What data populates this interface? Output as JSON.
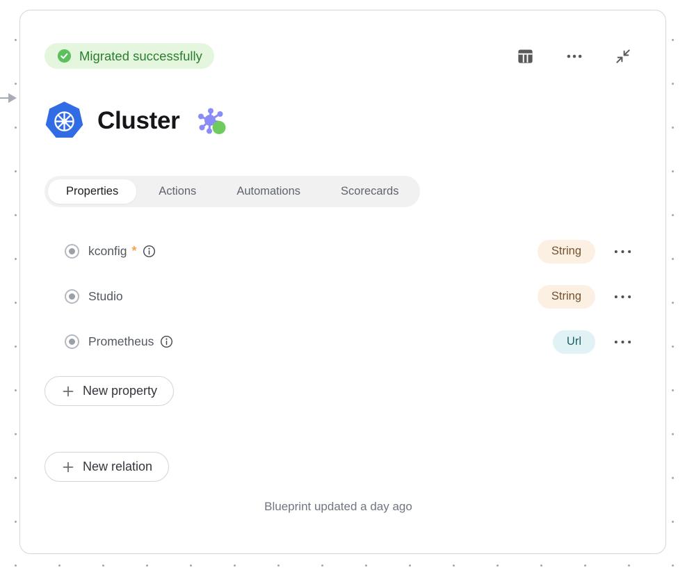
{
  "status": {
    "label": "Migrated successfully",
    "icon": "check-circle-icon",
    "bg": "#e4f6de",
    "text_color": "#2a7e2e"
  },
  "toolbar": {
    "icons": [
      "table-columns-icon",
      "more-options-icon",
      "collapse-icon"
    ]
  },
  "header": {
    "title": "Cluster",
    "blueprint_icon": "kubernetes-icon",
    "datamodel_icon": "graph-icon"
  },
  "tabs": {
    "items": [
      {
        "label": "Properties",
        "active": true
      },
      {
        "label": "Actions",
        "active": false
      },
      {
        "label": "Automations",
        "active": false
      },
      {
        "label": "Scorecards",
        "active": false
      }
    ]
  },
  "properties": {
    "required_marker": "*",
    "rows": [
      {
        "name": "kconfig",
        "required": true,
        "has_info": true,
        "type": "String",
        "badge_bg": "#fcf0e3",
        "badge_color": "#73512d"
      },
      {
        "name": "Studio",
        "required": false,
        "has_info": false,
        "type": "String",
        "badge_bg": "#fcf0e3",
        "badge_color": "#73512d"
      },
      {
        "name": "Prometheus",
        "required": false,
        "has_info": true,
        "type": "Url",
        "badge_bg": "#e1f2f5",
        "badge_color": "#1f5f6b"
      }
    ],
    "add_button_label": "New property"
  },
  "relations": {
    "add_button_label": "New relation"
  },
  "footer": {
    "text": "Blueprint updated a day ago"
  },
  "colors": {
    "status_bg": "#e4f6de",
    "status_text": "#2a7e2e",
    "check_green": "#5cc05c",
    "kubernetes_blue": "#326ce5",
    "graph_purple": "#898cf6",
    "graph_green": "#6fcb5e",
    "string_badge_bg": "#fcf0e3",
    "string_badge_text": "#73512d",
    "url_badge_bg": "#e1f2f5",
    "url_badge_text": "#1f5f6b",
    "required_orange": "#f2a44a"
  }
}
